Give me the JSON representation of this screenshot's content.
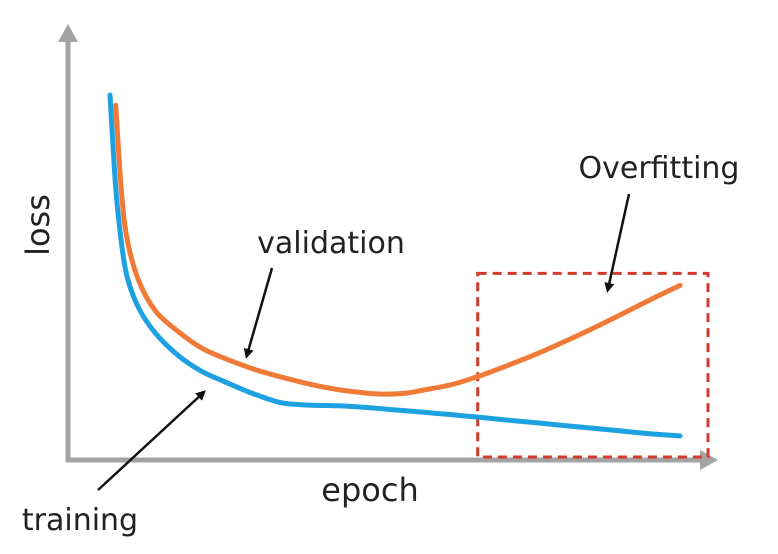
{
  "chart_data": {
    "type": "line",
    "title": "",
    "xlabel": "epoch",
    "ylabel": "loss",
    "xlim": [
      0,
      100
    ],
    "ylim": [
      0,
      100
    ],
    "grid": false,
    "legend": "none",
    "series": [
      {
        "name": "training",
        "color": "#1ea1e0",
        "x": [
          0,
          1,
          2,
          3,
          5,
          8,
          12,
          16,
          20,
          25,
          30,
          35,
          40,
          45,
          50,
          55,
          60,
          65,
          70,
          75,
          80,
          85,
          90,
          95,
          100
        ],
        "y": [
          100,
          73,
          57,
          47,
          38,
          30.5,
          24,
          19.5,
          16.5,
          13,
          10.3,
          9.6,
          9.4,
          8.9,
          8.2,
          7.5,
          6.8,
          6.0,
          5.2,
          4.4,
          3.6,
          2.8,
          2.0,
          1.2,
          0.6
        ]
      },
      {
        "name": "validation",
        "color": "#f07a38",
        "x": [
          1,
          2,
          3,
          5,
          8,
          12,
          16,
          20,
          25,
          30,
          35,
          40,
          45,
          48,
          52,
          55,
          60,
          65,
          70,
          75,
          80,
          85,
          90,
          95,
          100
        ],
        "y": [
          97,
          72,
          58,
          46,
          37,
          31,
          26.3,
          23.3,
          20.2,
          17.8,
          15.7,
          14.1,
          13.1,
          12.8,
          13.1,
          14.0,
          15.6,
          18.2,
          21.3,
          24.6,
          28.3,
          32.2,
          36.3,
          40.5,
          44.5
        ]
      }
    ],
    "annotations": [
      {
        "text": "validation",
        "points_to": "validation"
      },
      {
        "text": "training",
        "points_to": "training"
      },
      {
        "text": "Overfitting",
        "points_to": "overfitting-region"
      }
    ],
    "overfitting_region": {
      "x_range": [
        64.5,
        100
      ],
      "y_range": [
        0,
        48
      ],
      "style": "dashed",
      "color": "#d23b2c"
    },
    "axis_color": "#a3a3a3"
  }
}
